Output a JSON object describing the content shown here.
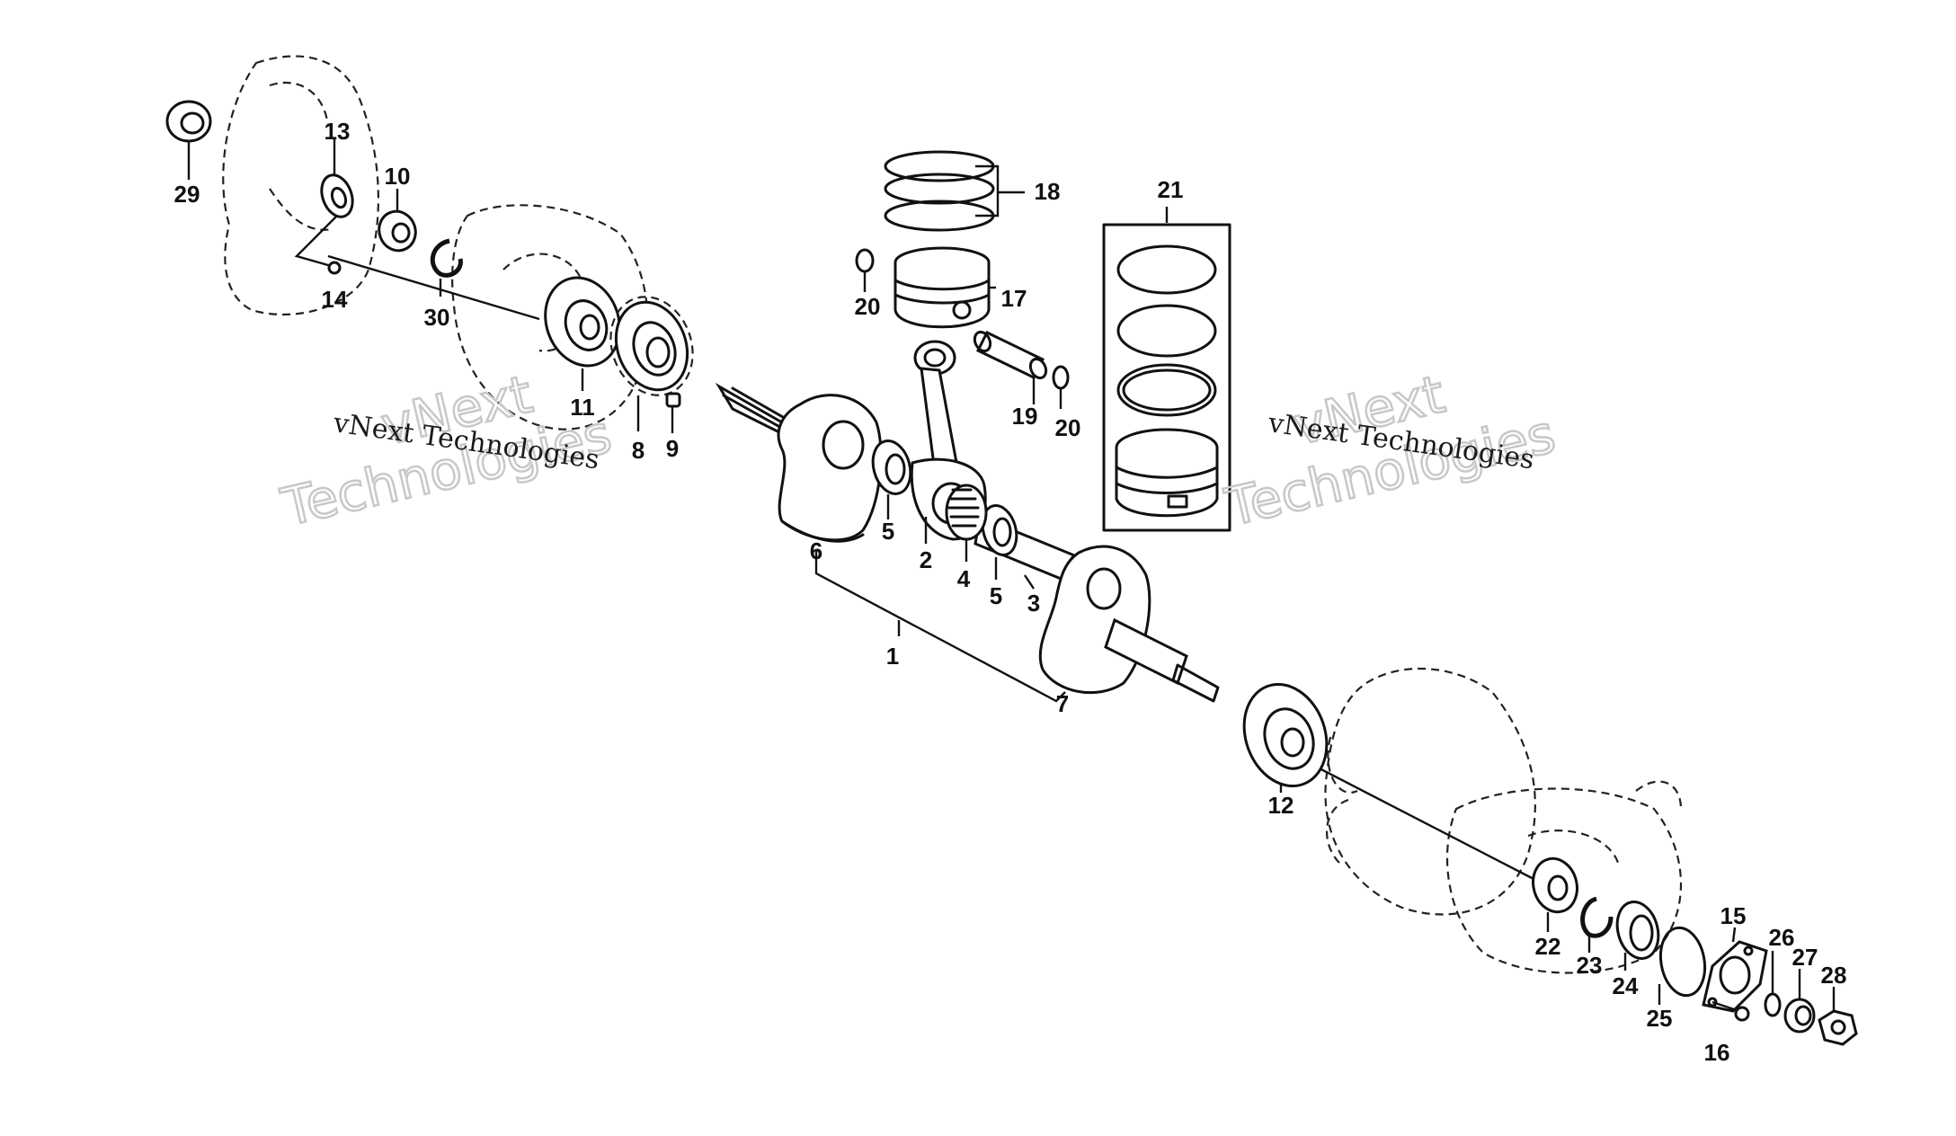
{
  "labels": {
    "p1": "1",
    "p2": "2",
    "p3": "3",
    "p4": "4",
    "p5a": "5",
    "p5b": "5",
    "p6": "6",
    "p7": "7",
    "p8": "8",
    "p9": "9",
    "p10": "10",
    "p11": "11",
    "p12": "12",
    "p13": "13",
    "p14": "14",
    "p15": "15",
    "p16": "16",
    "p17": "17",
    "p18": "18",
    "p19": "19",
    "p20a": "20",
    "p20b": "20",
    "p21": "21",
    "p22": "22",
    "p23": "23",
    "p24": "24",
    "p25": "25",
    "p26": "26",
    "p27": "27",
    "p28": "28",
    "p29": "29",
    "p30": "30"
  },
  "watermarks": {
    "left_small": "vNext Technologies",
    "left_big_1": "vNext",
    "left_big_2": "Technologies",
    "right_small": "vNext Technologies",
    "right_big_1": "vNext",
    "right_big_2": "Technologies"
  }
}
